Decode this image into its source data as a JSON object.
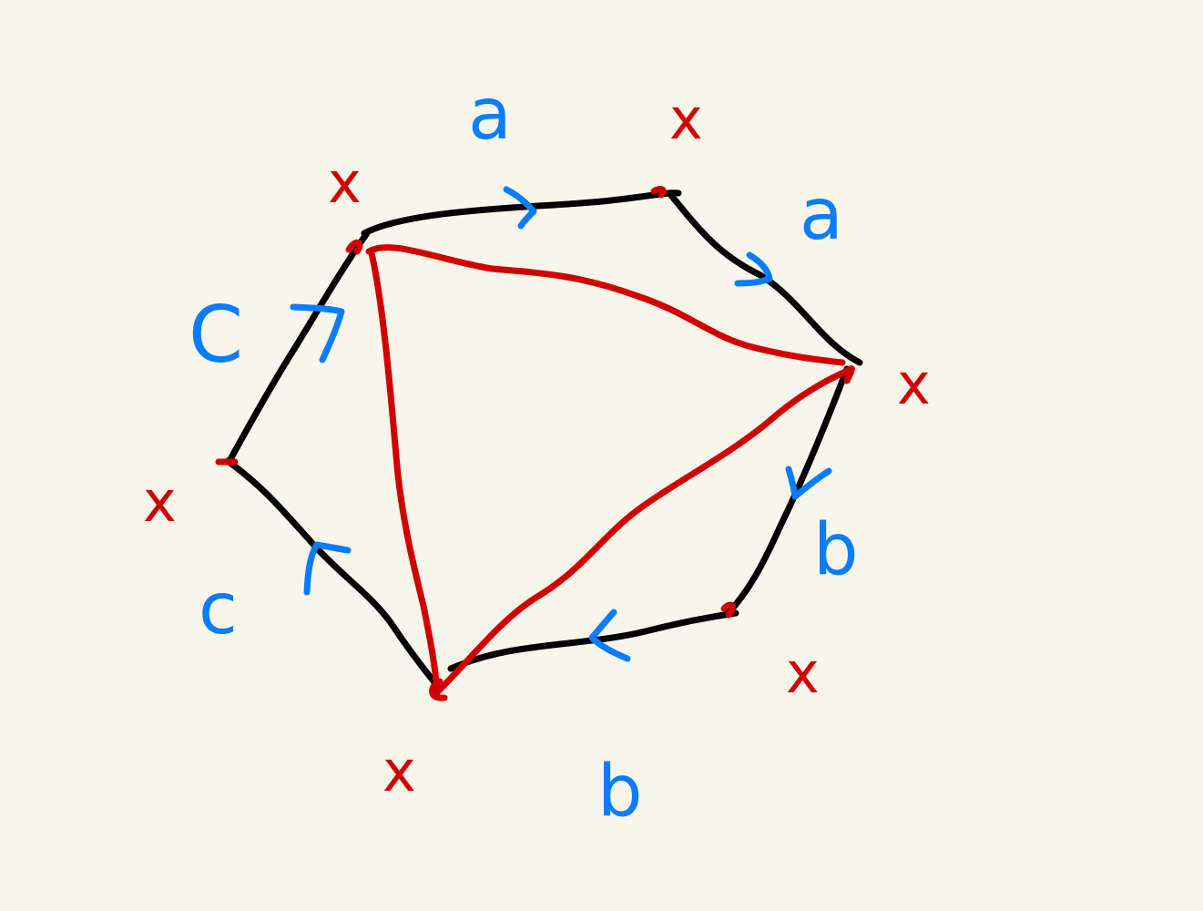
{
  "colors": {
    "background": "#f8f5ea",
    "polygon_edge": "#000000",
    "diagonal": "#d10000",
    "vertex_mark": "#d10000",
    "edge_label": "#0a7cff"
  },
  "edge_labels": {
    "top": "a",
    "upper_right": "a",
    "lower_right": "b",
    "bottom": "b",
    "lower_left": "c",
    "upper_left": "C"
  },
  "vertex_labels": {
    "top_left": "x",
    "top_right": "x",
    "right": "x",
    "bottom_right": "x",
    "bottom": "x",
    "left": "x"
  }
}
